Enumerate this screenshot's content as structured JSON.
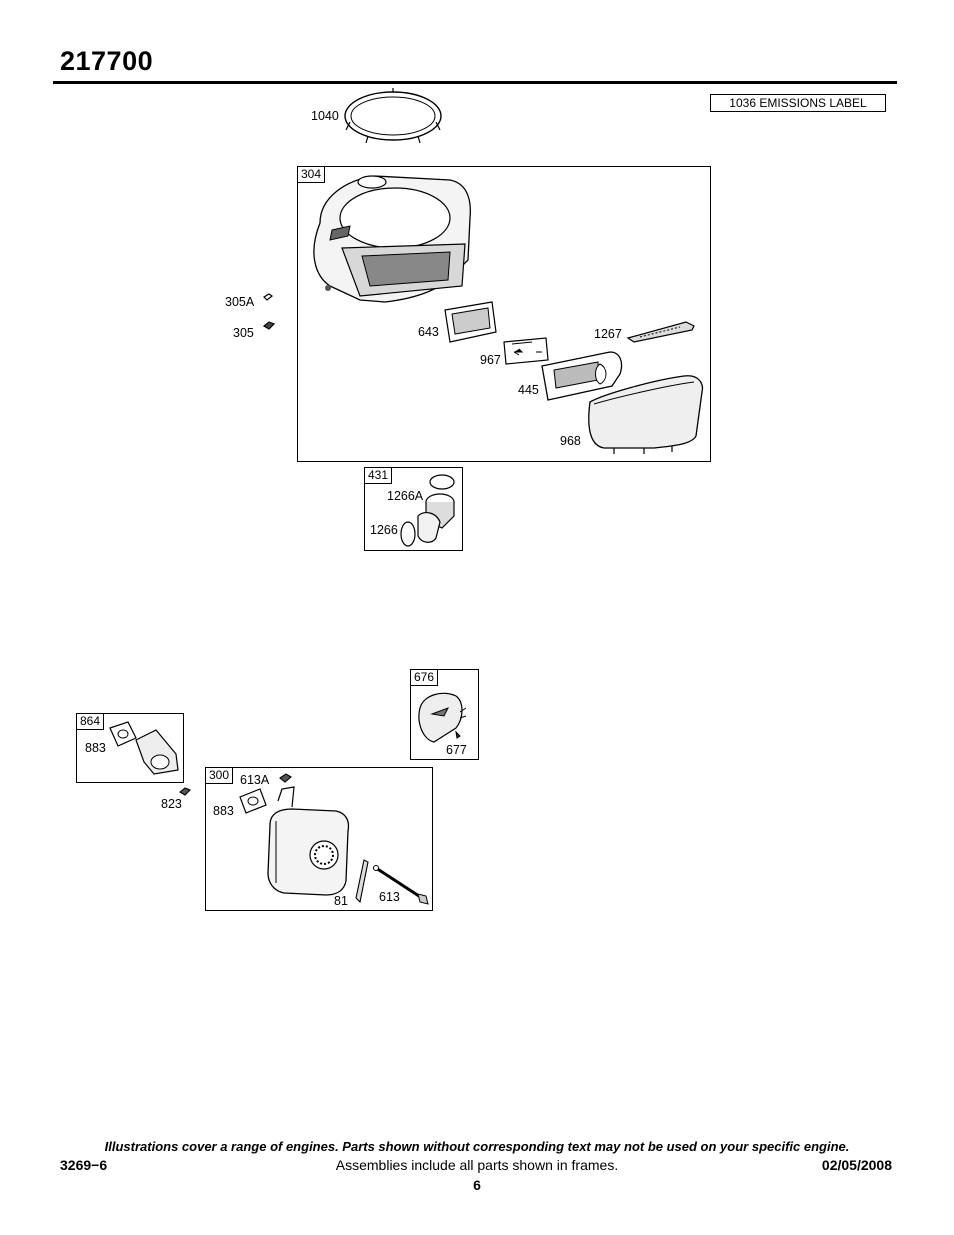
{
  "document": {
    "model_number": "217700",
    "emissions_label": "1036 EMISSIONS LABEL",
    "doc_number": "3269−6",
    "date": "02/05/2008",
    "page_number": "6",
    "disclaimer": "Illustrations cover a range of engines. Parts shown without corresponding text may not be used on your specific engine.",
    "assemblies_note": "Assemblies include all parts shown in frames."
  },
  "frames": {
    "blower_housing": {
      "id": "304"
    },
    "air_inlet": {
      "id": "431"
    },
    "guard": {
      "id": "676"
    },
    "exhaust_port": {
      "id": "864"
    },
    "muffler": {
      "id": "300"
    }
  },
  "parts": {
    "ring_1040": "1040",
    "screw_305A": "305A",
    "screw_305": "305",
    "bracket_643": "643",
    "label_967": "967",
    "grille_445": "445",
    "cover_968": "968",
    "handle_1267": "1267",
    "seal_1266A": "1266A",
    "gasket_1266": "1266",
    "screw_677": "677",
    "gasket_883a": "883",
    "screw_823": "823",
    "screw_613A": "613A",
    "gasket_883b": "883",
    "bracket_81": "81",
    "bolt_613": "613"
  }
}
